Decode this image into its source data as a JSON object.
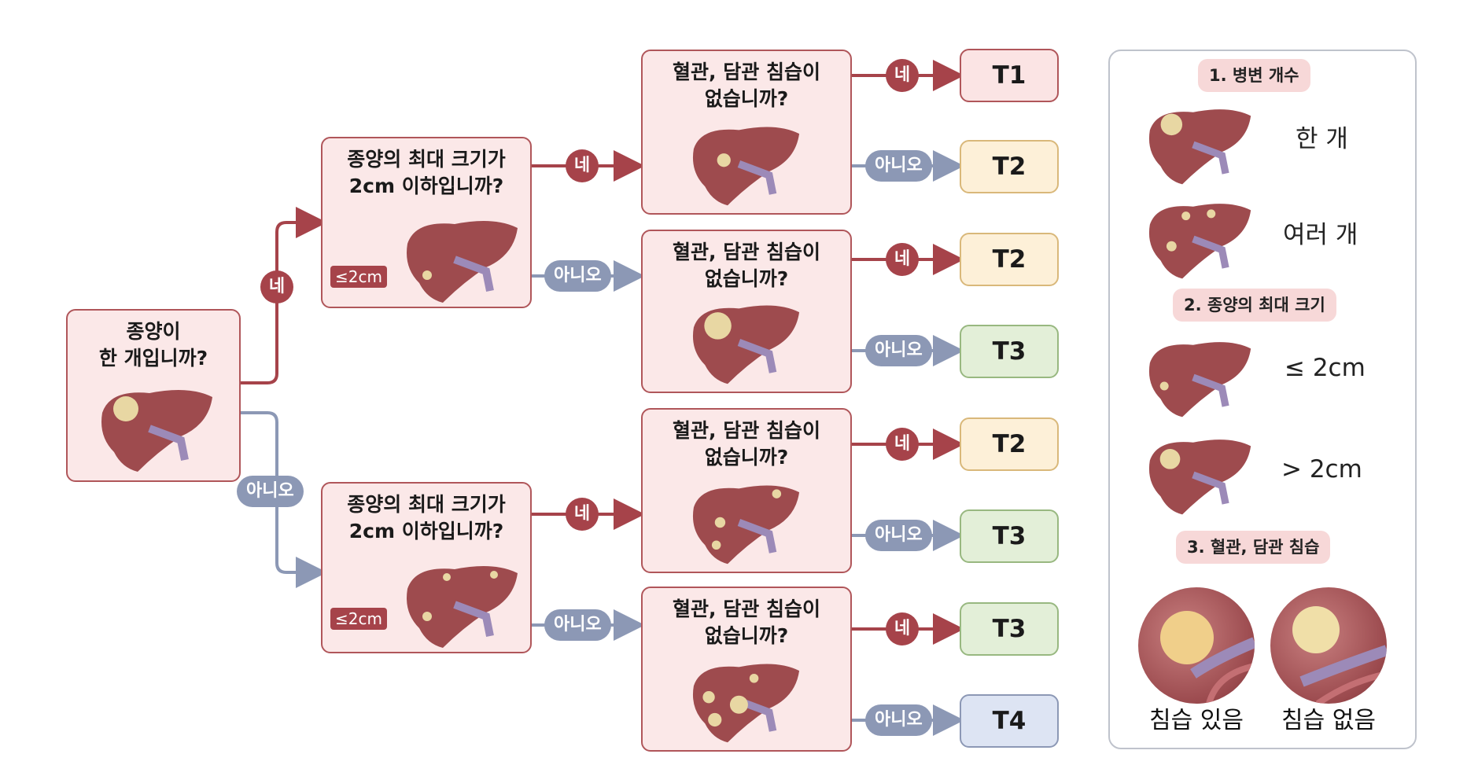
{
  "root": {
    "question": "종양이\n한 개입니까?"
  },
  "size_questions": [
    {
      "question": "종양의 최대 크기가\n2cm 이하입니까?",
      "tag": "≤2cm"
    },
    {
      "question": "종양의 최대 크기가\n2cm 이하입니까?",
      "tag": "≤2cm"
    }
  ],
  "invasion_questions": [
    {
      "question": "혈관, 담관 침습이\n없습니까?"
    },
    {
      "question": "혈관, 담관 침습이\n없습니까?"
    },
    {
      "question": "혈관, 담관 침습이\n없습니까?"
    },
    {
      "question": "혈관, 담관 침습이\n없습니까?"
    }
  ],
  "yes_label": "네",
  "no_label": "아니오",
  "results": [
    "T1",
    "T2",
    "T2",
    "T3",
    "T2",
    "T3",
    "T3",
    "T4"
  ],
  "result_colors": {
    "T1": "#fbe4e4",
    "T2": "#fdf0d8",
    "T3": "#e3efd8",
    "T4": "#dde4f3"
  },
  "legend": {
    "section1": {
      "title": "1.  병변 개수",
      "items": [
        "한 개",
        "여러 개"
      ]
    },
    "section2": {
      "title": "2. 종양의 최대 크기",
      "items": [
        "≤ 2cm",
        ">  2cm"
      ]
    },
    "section3": {
      "title": "3. 혈관, 담관 침습",
      "items": [
        "침습 있음",
        "침습 없음"
      ]
    }
  }
}
